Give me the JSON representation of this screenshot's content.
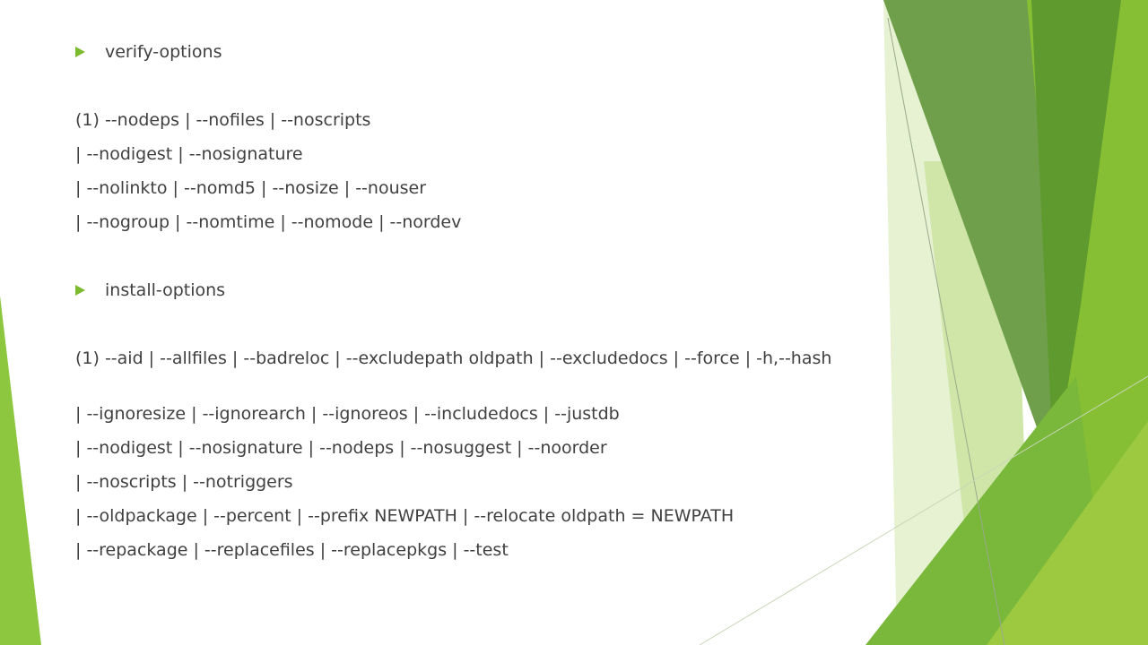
{
  "colors": {
    "accent": "#7dbb2e",
    "text": "#404040",
    "green_dark": "#4f8f2a",
    "green_mid": "#8dc63f",
    "green_light": "#c5e09a"
  },
  "sections": [
    {
      "heading": "verify-options",
      "lines": [
        "(1) --nodeps | --nofiles | --noscripts",
        "| --nodigest | --nosignature",
        "| --nolinkto | --nomd5 | --nosize | --nouser",
        "| --nogroup | --nomtime | --nomode | --nordev"
      ]
    },
    {
      "heading": "install-options",
      "lines": [
        "(1) --aid | --allfiles | --badreloc | --excludepath oldpath | --excludedocs | --force | -h,--hash",
        "| --ignoresize | --ignorearch | --ignoreos | --includedocs | --justdb",
        "| --nodigest | --nosignature | --nodeps | --nosuggest | --noorder",
        "| --noscripts | --notriggers",
        "| --oldpackage | --percent | --prefix NEWPATH | --relocate oldpath = NEWPATH",
        "| --repackage | --replacefiles | --replacepkgs | --test"
      ]
    }
  ]
}
